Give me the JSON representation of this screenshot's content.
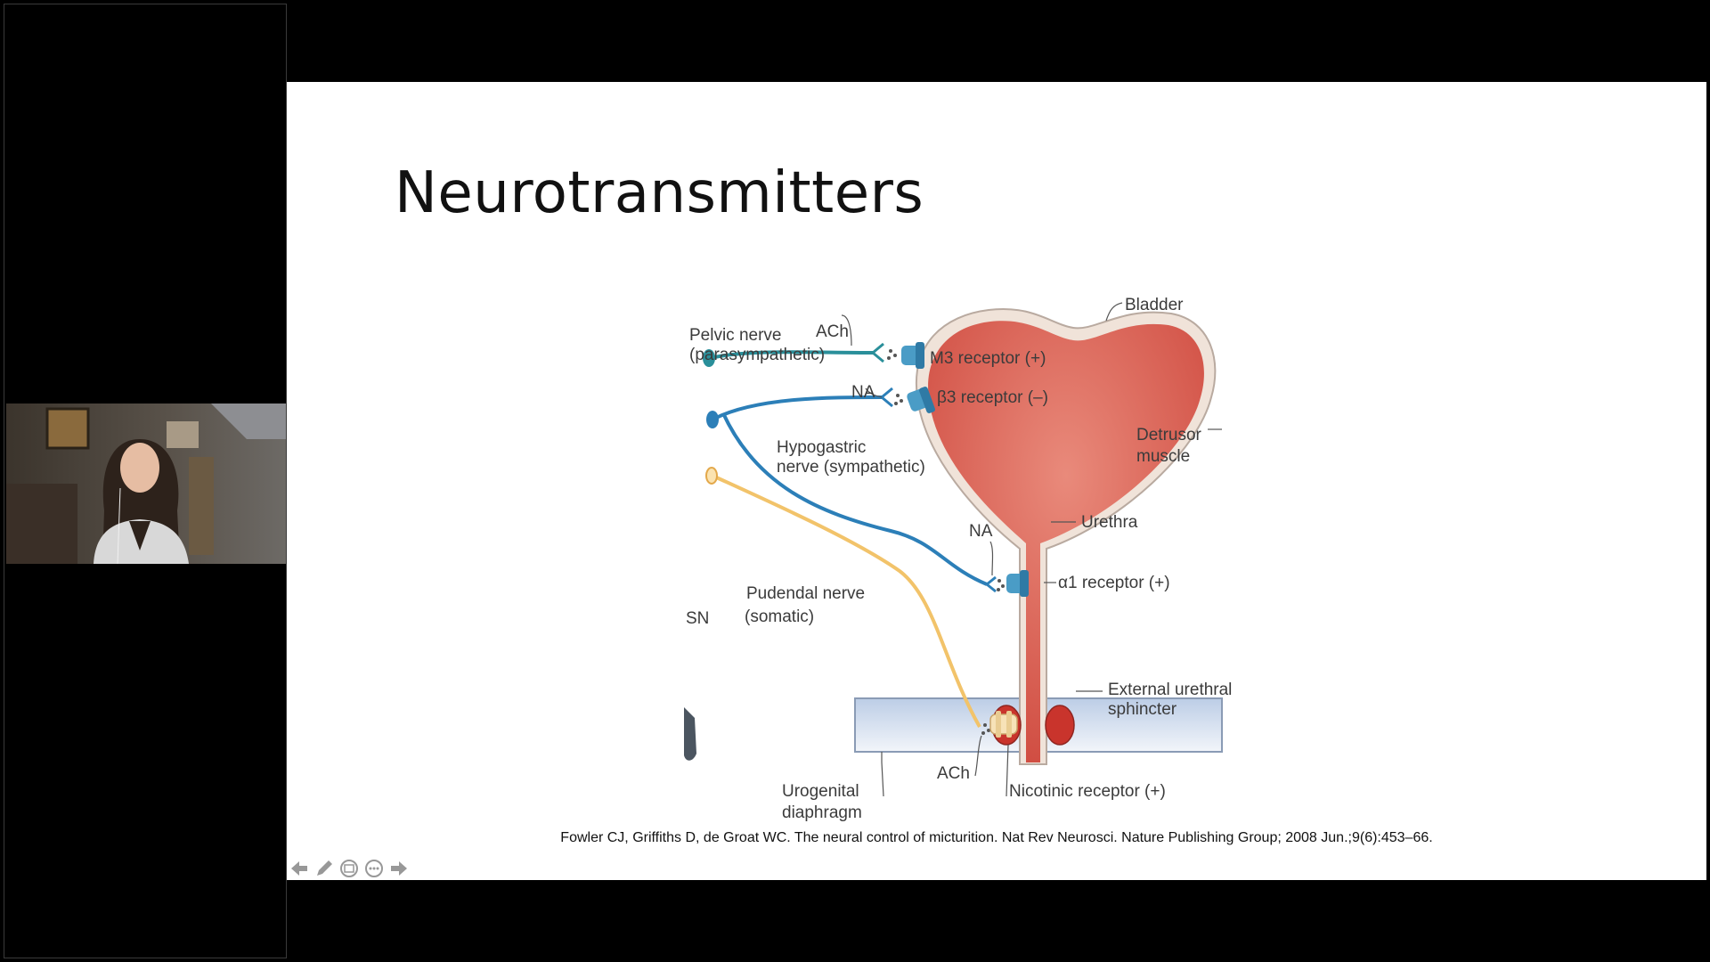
{
  "slide": {
    "title": "Neurotransmitters",
    "citation": "Fowler CJ, Griffiths D, de Groat WC. The neural control of micturition. Nat Rev Neurosci.  Nature Publishing  Group; 2008 Jun.;9(6):453–66."
  },
  "figure": {
    "labels": {
      "bladder": "Bladder",
      "pelvic_nerve_1": "Pelvic nerve",
      "pelvic_nerve_2": "(parasympathetic)",
      "ach_top": "ACh",
      "m3_receptor": "M3 receptor (+)",
      "na_top": "NA",
      "b3_receptor": "β3 receptor (–)",
      "hypogastric_1": "Hypogastric",
      "hypogastric_2": "nerve (sympathetic)",
      "detrusor_1": "Detrusor",
      "detrusor_2": "muscle",
      "urethra": "Urethra",
      "na_mid": "NA",
      "a1_receptor": "α1 receptor (+)",
      "pudendal_1": "Pudendal nerve",
      "pudendal_2": "(somatic)",
      "sn": "SN",
      "external_sphincter_1": "External urethral",
      "external_sphincter_2": "sphincter",
      "ach_bottom": "ACh",
      "nicotinic_receptor": "Nicotinic receptor (+)",
      "urogenital_1": "Urogenital",
      "urogenital_2": "diaphragm"
    }
  },
  "controls": {
    "icons": [
      "arrow-left-icon",
      "pen-icon",
      "slides-icon",
      "more-icon",
      "arrow-right-icon"
    ]
  },
  "colors": {
    "bladder_fill": "#d9574a",
    "bladder_wall": "#efe2d8",
    "parasympathetic": "#2a8f9a",
    "sympathetic": "#2c7fb8",
    "somatic": "#f2c36a",
    "receptor": "#4a9cc6"
  }
}
